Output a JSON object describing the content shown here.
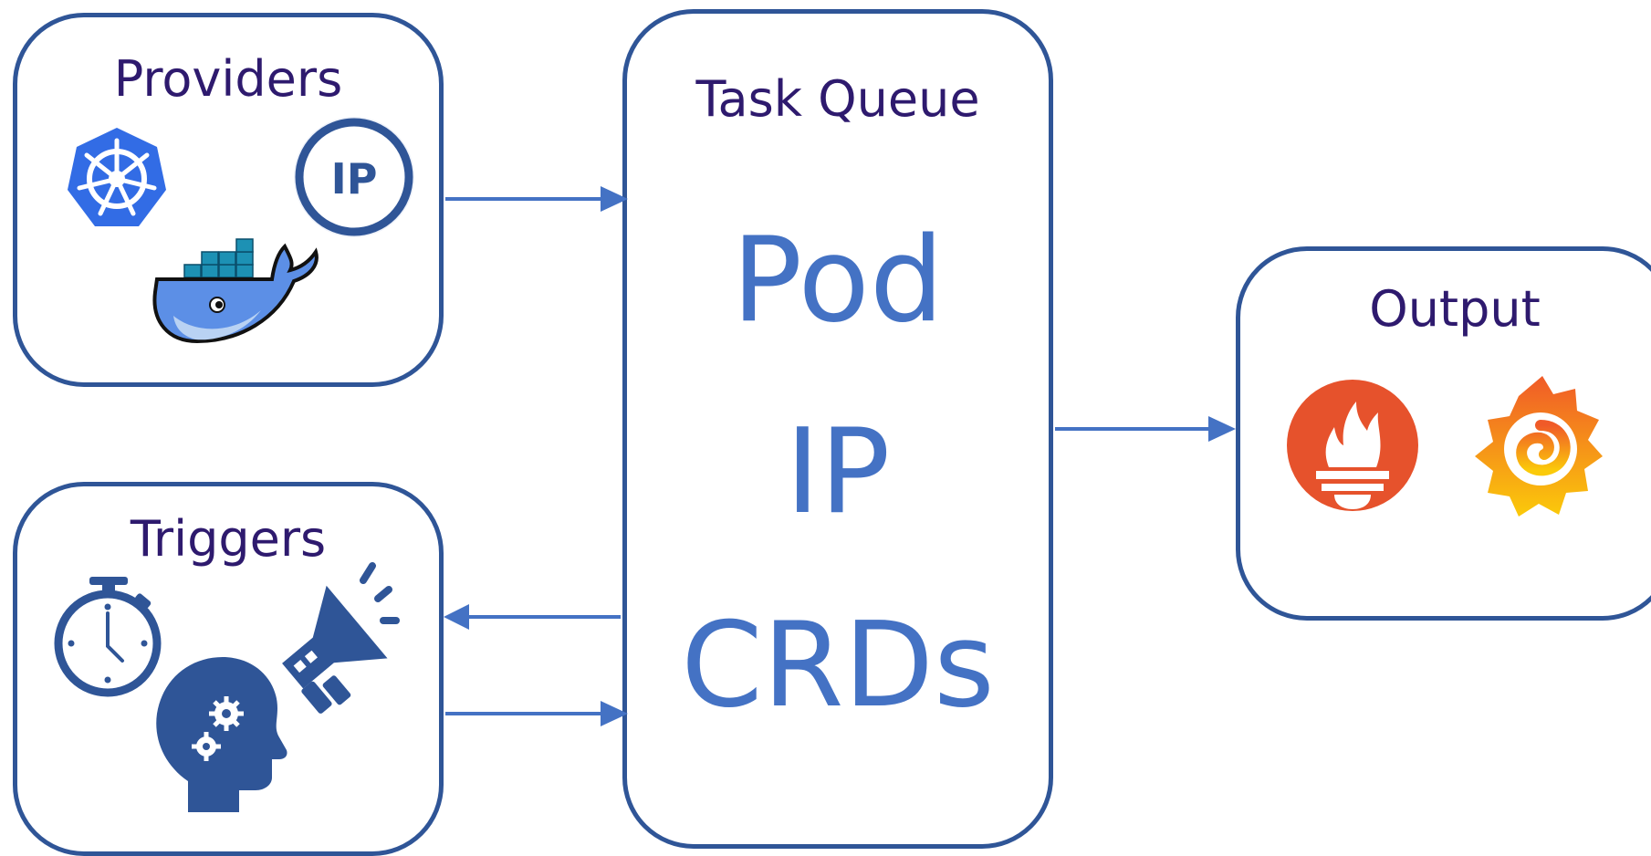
{
  "providers": {
    "title": "Providers",
    "ip_badge": "IP",
    "icons": [
      "kubernetes-icon",
      "ip-badge-icon",
      "docker-whale-icon"
    ]
  },
  "triggers": {
    "title": "Triggers",
    "icons": [
      "stopwatch-icon",
      "megaphone-icon",
      "head-gears-icon"
    ]
  },
  "task_queue": {
    "title": "Task Queue",
    "items": [
      "Pod",
      "IP",
      "CRDs"
    ]
  },
  "output": {
    "title": "Output",
    "icons": [
      "prometheus-icon",
      "grafana-icon"
    ]
  },
  "colors": {
    "box_border": "#2f5597",
    "arrow": "#4472c4",
    "title_text": "#2e1a6e",
    "queue_text": "#4472c4"
  }
}
